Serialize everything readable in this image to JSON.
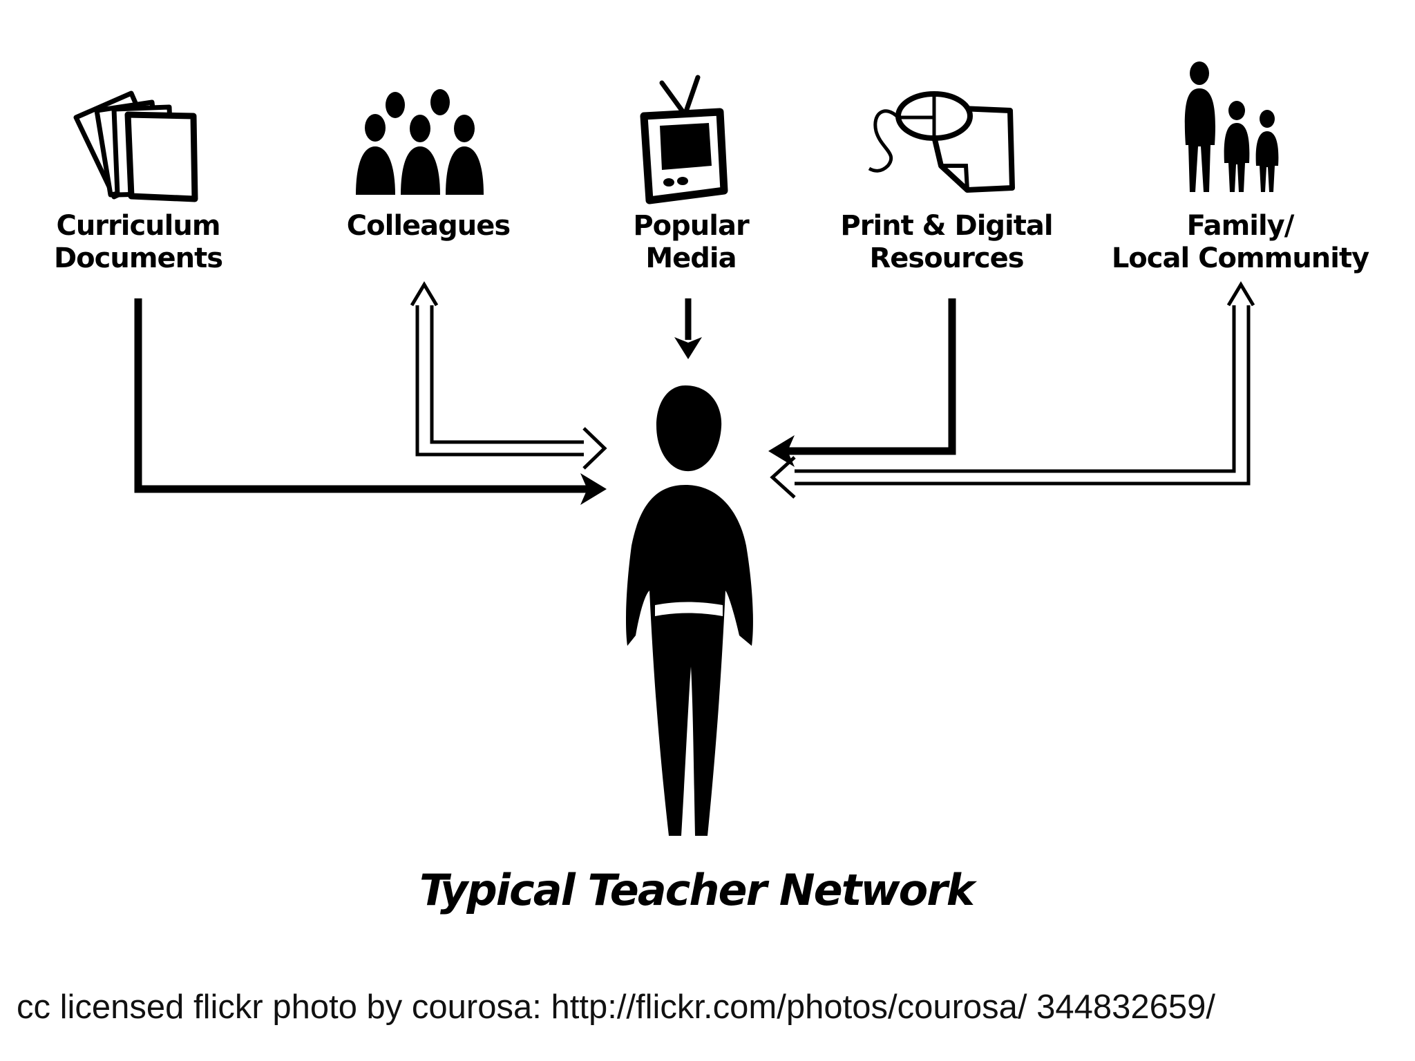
{
  "nodes": [
    {
      "id": "curriculum",
      "lines": [
        "Curriculum",
        "Documents"
      ],
      "icon": "documents-icon",
      "direction": "to-teacher"
    },
    {
      "id": "colleagues",
      "lines": [
        "Colleagues"
      ],
      "icon": "people-group-icon",
      "direction": "two-way"
    },
    {
      "id": "media",
      "lines": [
        "Popular",
        "Media"
      ],
      "icon": "television-icon",
      "direction": "to-teacher"
    },
    {
      "id": "resources",
      "lines": [
        "Print & Digital",
        "Resources"
      ],
      "icon": "mouse-and-paper-icon",
      "direction": "to-teacher"
    },
    {
      "id": "family",
      "lines": [
        "Family/",
        "Local Community"
      ],
      "icon": "family-icon",
      "direction": "two-way"
    }
  ],
  "center": {
    "icon": "teacher-person-icon"
  },
  "title": "Typical Teacher Network",
  "credit": "cc licensed flickr photo by courosa: http://flickr.com/photos/courosa/ 344832659/"
}
